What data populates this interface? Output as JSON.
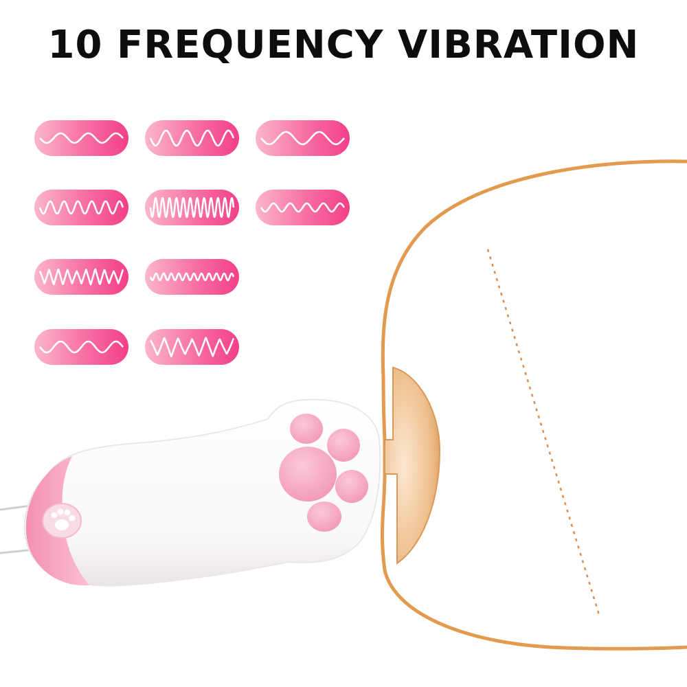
{
  "headline": "10 FREQUENCY VIBRATION",
  "colors": {
    "pill_light": "#fbb2cb",
    "pill_dark": "#f4468c",
    "outline": "#e59a4c",
    "body_white": "#ffffff",
    "paw_pink": "#f6a9c0",
    "cap_pink": "#f7a4bd"
  },
  "patterns": [
    {
      "name": "gentle-wave"
    },
    {
      "name": "medium-wave"
    },
    {
      "name": "long-wave"
    },
    {
      "name": "pulse-wave"
    },
    {
      "name": "dense-wave"
    },
    {
      "name": "ripple-wave"
    },
    {
      "name": "zigzag-wave"
    },
    {
      "name": "fast-ripple-wave"
    },
    {
      "name": "swell-wave"
    },
    {
      "name": "sharp-zigzag-wave"
    }
  ],
  "illustration": {
    "device": "cat-paw-egg",
    "button_icon": "paw-icon",
    "cross_section": "body-outline-icon"
  }
}
